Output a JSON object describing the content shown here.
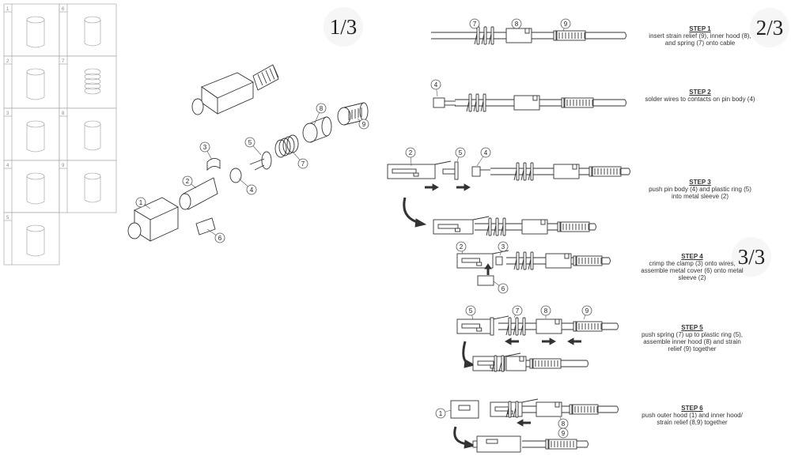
{
  "page_markers": [
    "1/3",
    "2/3",
    "3/3"
  ],
  "parts_table": {
    "left": [
      "1",
      "2",
      "3",
      "4",
      "5"
    ],
    "right": [
      "6",
      "7",
      "8",
      "9"
    ]
  },
  "exploded_view": {
    "callouts": [
      "1",
      "2",
      "3",
      "4",
      "5",
      "6",
      "7",
      "8",
      "9"
    ]
  },
  "steps": [
    {
      "title": "STEP 1",
      "text": "insert strain relief (9), inner hood (8), and spring (7) onto cable",
      "callouts": [
        "7",
        "8",
        "9"
      ]
    },
    {
      "title": "STEP 2",
      "text": "solder wires to contacts on pin body (4)",
      "callouts": [
        "4"
      ]
    },
    {
      "title": "STEP 3",
      "text": "push pin body (4) and plastic ring (5) into metal sleeve (2)",
      "callouts": [
        "2",
        "5",
        "4"
      ]
    },
    {
      "title": "STEP 4",
      "text": "crimp the clamp (3) onto wires, assemble metal cover (6) onto metal sleeve (2)",
      "callouts": [
        "2",
        "3",
        "6"
      ]
    },
    {
      "title": "STEP 5",
      "text": "push spring (7) up to plastic ring (5), assemble inner hood (8) and strain relief (9) together",
      "callouts": [
        "5",
        "7",
        "8",
        "9"
      ]
    },
    {
      "title": "STEP 6",
      "text": "push outer hood (1) and inner hood/ strain relief (8,9) together",
      "callouts": [
        "1",
        "8",
        "9"
      ]
    }
  ],
  "colors": {
    "line": "#333333",
    "callout": "#555555",
    "marker_bg": "#f6f6f6"
  }
}
